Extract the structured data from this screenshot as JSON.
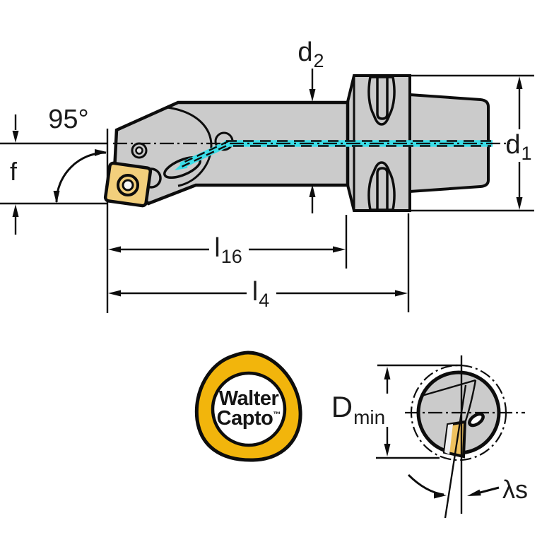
{
  "colors": {
    "body_gray": "#CBCBCB",
    "outline_black": "#0D0D0D",
    "insert_yellow": "#F2CF7C",
    "section_insert_gold": "#EEC15E",
    "coolant_cyan": "#3ADEE8",
    "logo_yellow": "#F2B50C"
  },
  "dimensions": {
    "d2": {
      "base": "d",
      "sub": "2"
    },
    "d1": {
      "base": "d",
      "sub": "1"
    },
    "approach_angle": "95°",
    "f": "f",
    "l16": {
      "base": "l",
      "sub": "16"
    },
    "l4": {
      "base": "l",
      "sub": "4"
    },
    "dmin": {
      "base": "D",
      "sub": "min"
    },
    "lambda_s": "λs"
  },
  "logo": {
    "line1": "Walter",
    "line2": "Capto",
    "tm": "™"
  }
}
